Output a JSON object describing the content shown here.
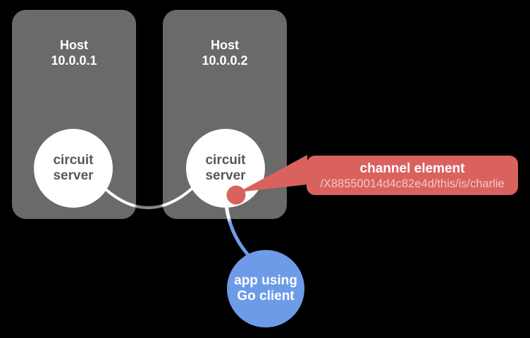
{
  "colors": {
    "background": "#000000",
    "host_box": "#6a6a6a",
    "server_circle": "#ffffff",
    "server_text": "#58585a",
    "accent_red": "#d9625f",
    "accent_blue": "#6d9be8",
    "connector_gray": "#878787",
    "text_white": "#ffffff",
    "callout_path_text": "#f2c6c4"
  },
  "hosts": [
    {
      "label": "Host",
      "address": "10.0.0.1"
    },
    {
      "label": "Host",
      "address": "10.0.0.2"
    }
  ],
  "servers": [
    {
      "line1": "circuit",
      "line2": "server"
    },
    {
      "line1": "circuit",
      "line2": "server"
    }
  ],
  "callout": {
    "title": "channel element",
    "path": "/X88550014d4c82e4d/this/is/charlie"
  },
  "client": {
    "line1": "app using",
    "line2": "Go client"
  }
}
